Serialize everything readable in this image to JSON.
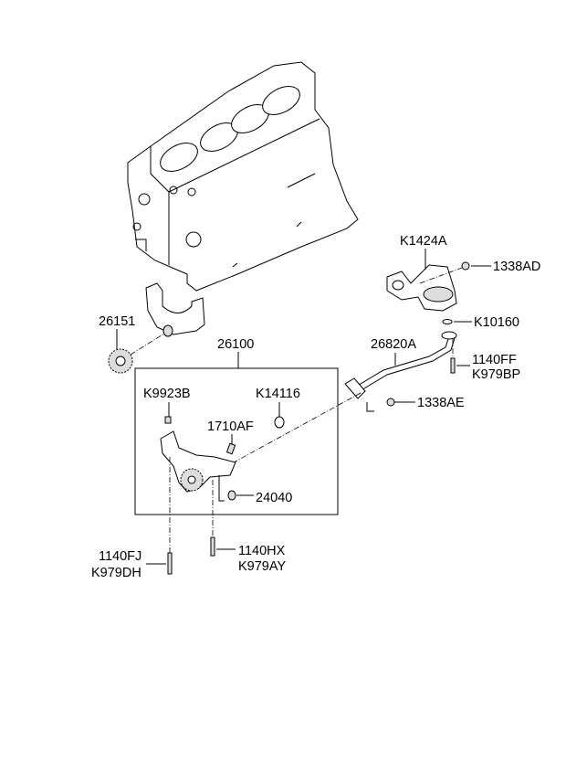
{
  "diagram": {
    "title": "Oil pump assembly parts diagram",
    "labels": {
      "k1424a": "K1424A",
      "p1338ad": "1338AD",
      "k10160": "K10160",
      "p26151": "26151",
      "p26100": "26100",
      "p26820a": "26820A",
      "p1140ff": "1140FF",
      "k979bp": "K979BP",
      "k9923b": "K9923B",
      "k14116": "K14116",
      "p1338ae": "1338AE",
      "p1710af": "1710AF",
      "p24040": "24040",
      "p1140fj": "1140FJ",
      "k979dh": "K979DH",
      "p1140hx": "1140HX",
      "k979ay": "K979AY"
    }
  }
}
